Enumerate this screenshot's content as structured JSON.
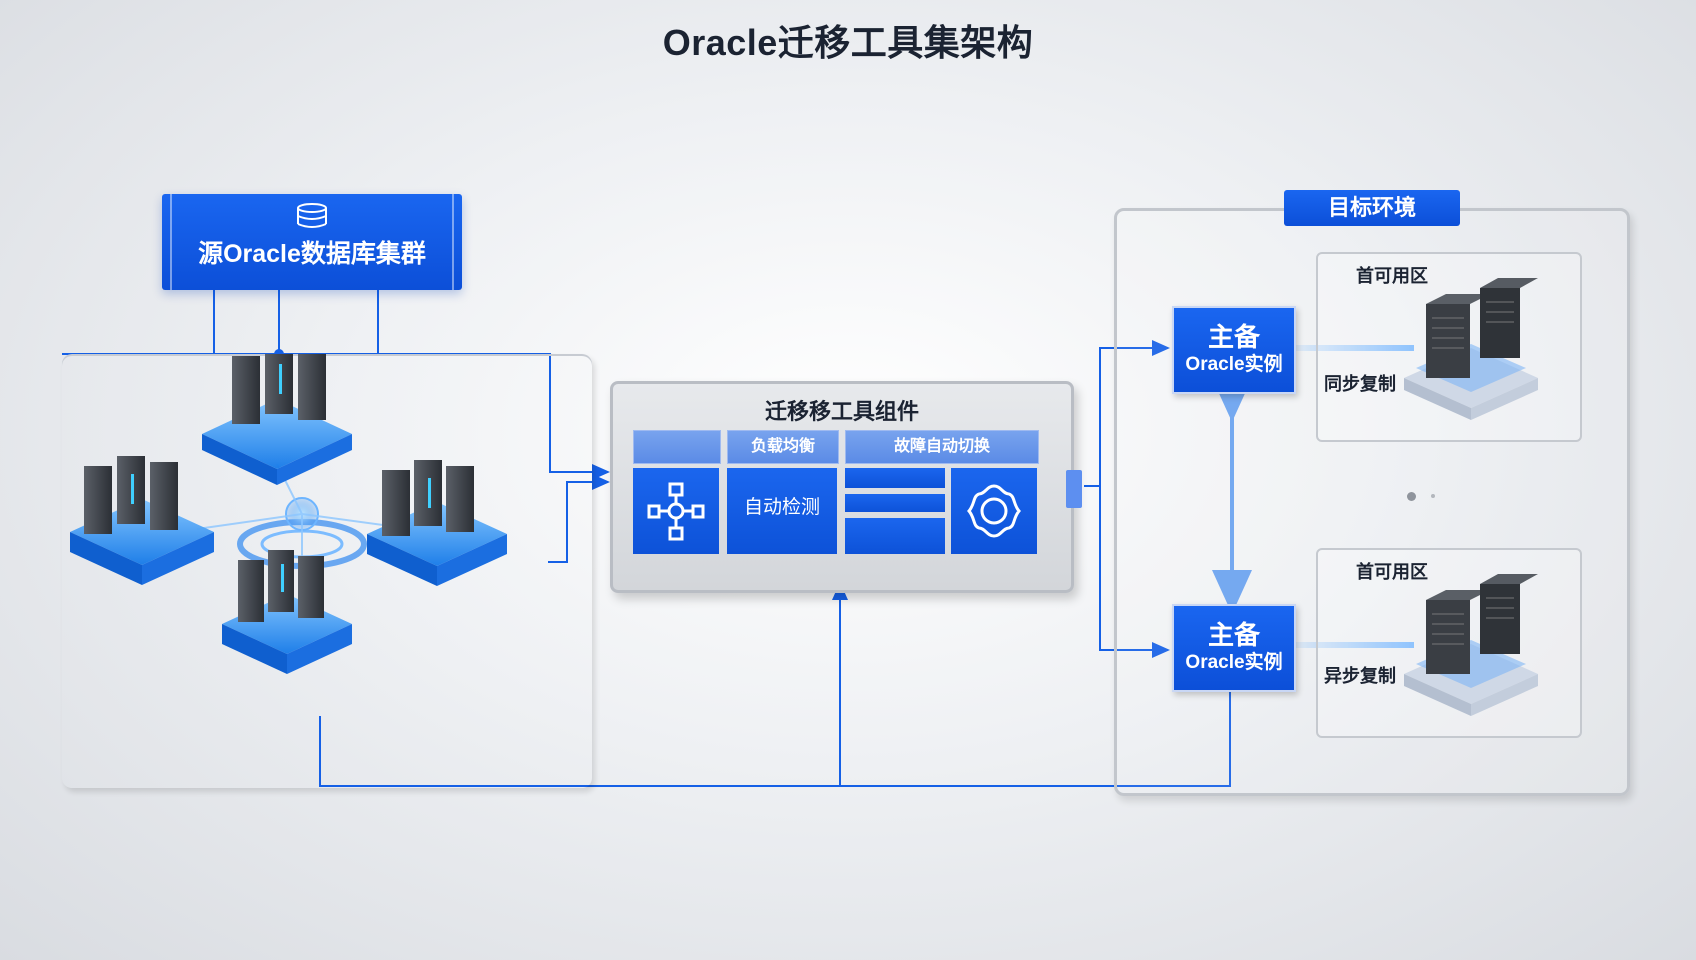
{
  "title": "Oracle迁移工具集架构",
  "source": {
    "header_label": "源Oracle数据库集群"
  },
  "tool": {
    "title": "迁移移工具组件",
    "headers": [
      "负载均衡",
      "故障自动切换"
    ],
    "auto_detect": "自动检测"
  },
  "target": {
    "title": "目标环境",
    "zones": [
      {
        "label": "首可用区",
        "replication": "同步复制"
      },
      {
        "label": "首可用区",
        "replication": "异步复制"
      }
    ],
    "instances": [
      {
        "line1": "主备",
        "line2": "Oracle实例"
      },
      {
        "line1": "主备",
        "line2": "Oracle实例"
      }
    ]
  },
  "colors": {
    "brand_blue": "#0c4fd8",
    "light_blue": "#5b8be6",
    "wire_blue": "#1560e6",
    "panel_gray": "#d3d6da"
  }
}
